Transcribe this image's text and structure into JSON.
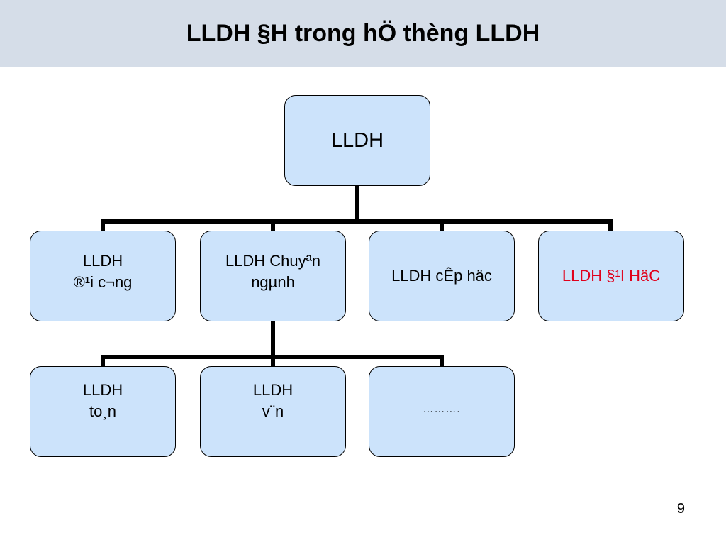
{
  "header": {
    "title": "LLDH §H trong hÖ thèng LLDH"
  },
  "diagram": {
    "root": {
      "label": "LLDH"
    },
    "level2": [
      {
        "lines": [
          "LLDH",
          "®¹i c¬ng"
        ]
      },
      {
        "lines": [
          "LLDH Chuyªn",
          "ngµnh"
        ]
      },
      {
        "lines": [
          "LLDH cÊp häc"
        ]
      },
      {
        "lines": [
          "LLDH §¹I HäC"
        ],
        "text_color": "#e0001b"
      }
    ],
    "level3": [
      {
        "lines": [
          "LLDH",
          "to¸n"
        ]
      },
      {
        "lines": [
          "LLDH",
          "v¨n"
        ]
      },
      {
        "lines": [
          "………."
        ]
      }
    ],
    "colors": {
      "node_fill": "#cce3fb",
      "node_border": "#000000",
      "connector": "#000000",
      "highlight_text": "#e0001b",
      "header_band": "#d5dde8"
    }
  },
  "footer": {
    "page_number": "9"
  }
}
